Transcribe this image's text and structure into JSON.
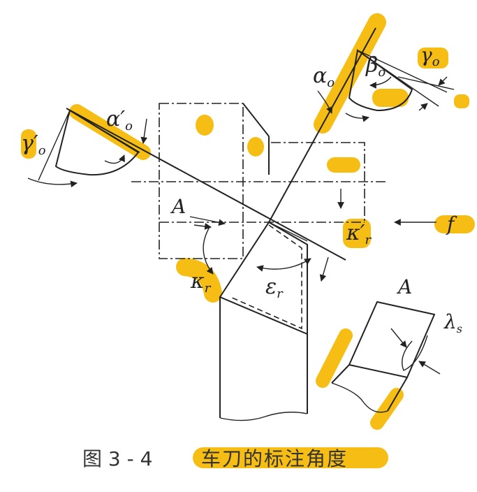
{
  "labels": {
    "alpha_o": "α",
    "alpha_o_sub": "o",
    "beta_o": "β",
    "beta_o_sub": "o",
    "gamma_o": "γ",
    "gamma_o_sub": "o",
    "alpha_o_prime": "α′",
    "alpha_o_prime_sub": "o",
    "gamma_o_prime": "γ′",
    "gamma_o_prime_sub": "o",
    "section_A": "A",
    "section_A2": "A",
    "kappa_r": "κ",
    "kappa_r_sub": "r",
    "kappa_r_prime": "κ′",
    "kappa_r_prime_sub": "r",
    "epsilon_r": "ε",
    "epsilon_r_sub": "r",
    "lambda_s": "λ",
    "lambda_s_sub": "s",
    "feed_f": "f"
  },
  "caption": {
    "number": "图 3 - 4",
    "title": "车刀的标注角度"
  },
  "colors": {
    "highlight": "#f5b800",
    "ink": "#222222"
  }
}
